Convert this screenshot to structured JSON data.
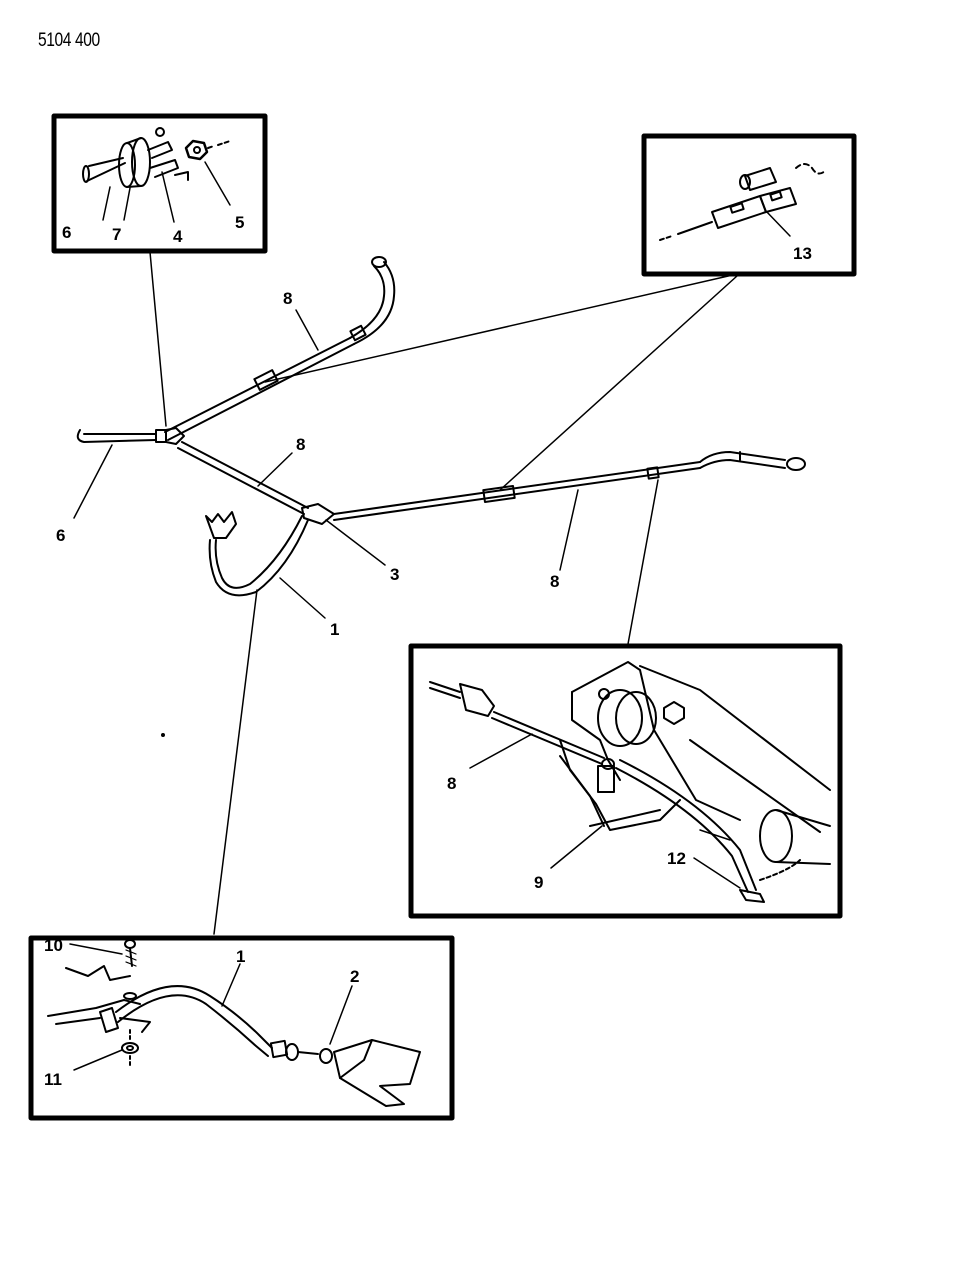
{
  "document": {
    "number": "5104 400"
  },
  "callouts": {
    "top_left_inset": [
      "6",
      "7",
      "4",
      "5"
    ],
    "top_right_inset": [
      "13"
    ],
    "main": {
      "c8a": "8",
      "c8b": "8",
      "c6": "6",
      "c3": "3",
      "c8c": "8",
      "c1": "1"
    },
    "right_inset": [
      "8",
      "9",
      "12"
    ],
    "bottom_inset": [
      "10",
      "1",
      "2",
      "11"
    ]
  }
}
